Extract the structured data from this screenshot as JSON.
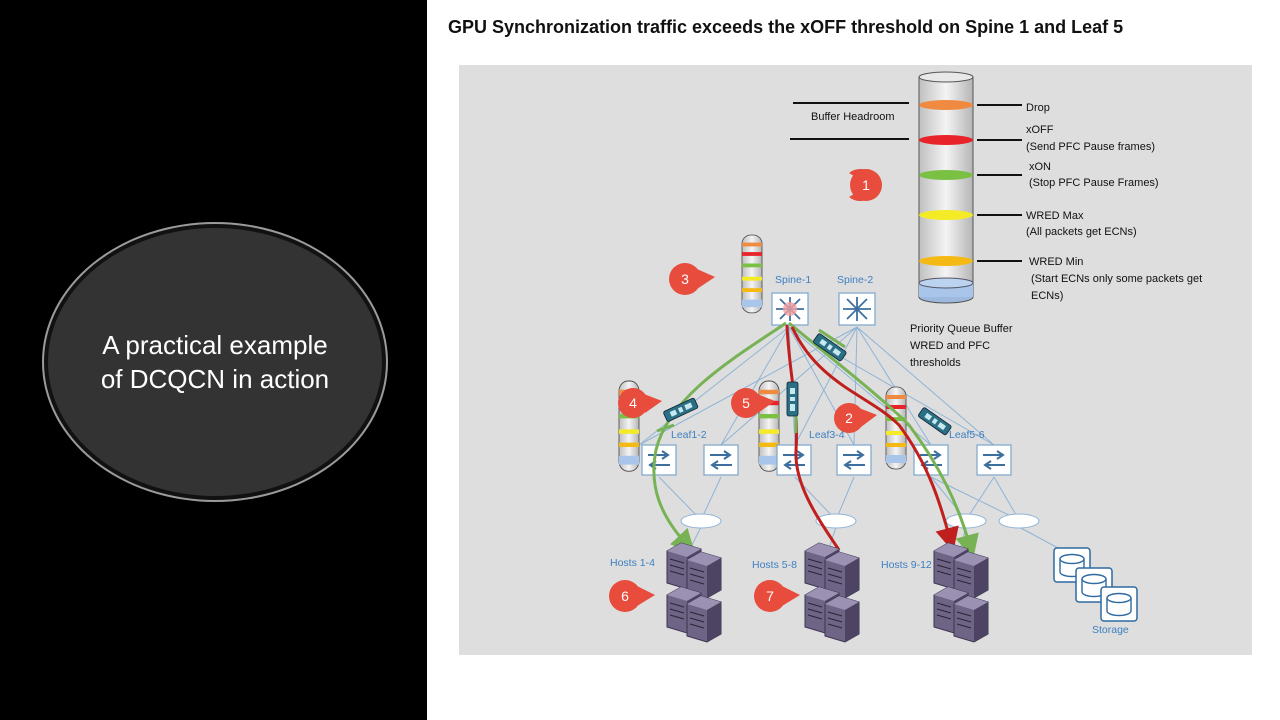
{
  "slide": {
    "title": "GPU Synchronization traffic exceeds the xOFF threshold on Spine 1 and Leaf 5",
    "callout": "A practical example of DCQCN in action"
  },
  "buffer": {
    "headroom": "Buffer Headroom",
    "drop": "Drop",
    "xoff": "xOFF",
    "xoff_desc": "(Send PFC Pause frames)",
    "xon": "xON",
    "xon_desc": "(Stop PFC Pause Frames)",
    "wred_max": "WRED Max",
    "wred_max_desc": "(All packets get  ECNs)",
    "wred_min": "WRED Min",
    "wred_min_desc1": "(Start ECNs only some packets get",
    "wred_min_desc2": "ECNs)",
    "caption1": "Priority Queue Buffer",
    "caption2": "WRED and PFC",
    "caption3": "thresholds"
  },
  "network": {
    "spine1": "Spine-1",
    "spine2": "Spine-2",
    "leaf12": "Leaf1-2",
    "leaf34": "Leaf3-4",
    "leaf56": "Leaf5-6",
    "hosts14": "Hosts 1-4",
    "hosts58": "Hosts 5-8",
    "hosts912": "Hosts 9-12",
    "storage": "Storage"
  },
  "markers": [
    "1",
    "2",
    "3",
    "4",
    "5",
    "6",
    "7"
  ],
  "colors": {
    "drop": "#f08a40",
    "xoff": "#e8232a",
    "xon": "#7ac143",
    "wred_max": "#f4ea26",
    "wred_min": "#f5b914",
    "buffer_bottom": "#a9c6ea",
    "green_flow": "#77b255",
    "red_flow": "#c0201d",
    "marker": "#e74c3c",
    "link": "#8fb4d6"
  }
}
